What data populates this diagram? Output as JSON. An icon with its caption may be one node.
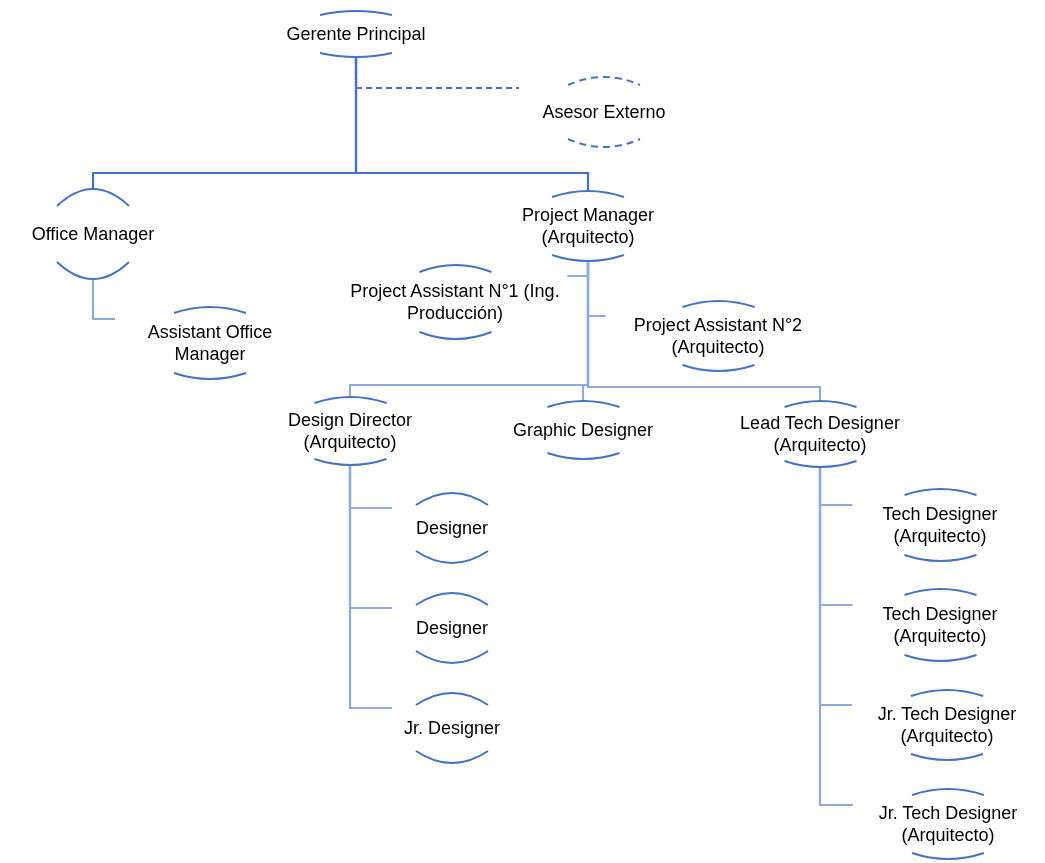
{
  "diagram": {
    "nodes": [
      {
        "text": [
          "Gerente Principal"
        ]
      },
      {
        "text": [
          "Asesor Externo"
        ]
      },
      {
        "text": [
          "Office Manager"
        ]
      },
      {
        "text": [
          "Project Manager (Arquitecto)"
        ]
      },
      {
        "text": [
          "Project Assistant N°1 (Ing. Producción)"
        ]
      },
      {
        "text": [
          "Assistant Office Manager"
        ]
      },
      {
        "text": [
          "Project Assistant N°2 (Arquitecto)"
        ]
      },
      {
        "text": [
          "Design Director (Arquitecto)"
        ]
      },
      {
        "text": [
          "Graphic Designer"
        ]
      },
      {
        "text": [
          "Lead Tech Designer (Arquitecto)"
        ]
      },
      {
        "text": [
          "Designer"
        ]
      },
      {
        "text": [
          "Designer"
        ]
      },
      {
        "text": [
          "Jr. Designer"
        ]
      },
      {
        "text": [
          "Tech Designer (Arquitecto)"
        ]
      },
      {
        "text": [
          "Tech Designer (Arquitecto)"
        ]
      },
      {
        "text": [
          "Jr. Tech Designer (Arquitecto)"
        ]
      },
      {
        "text": [
          "Jr. Tech Designer (Arquitecto)"
        ]
      }
    ],
    "edges": [
      {
        "from": 0,
        "to": 1,
        "arrow": "none",
        "style": "dashed",
        "color": "#4472c4"
      },
      {
        "from": 0,
        "to": 2,
        "arrow": "none",
        "color": "#4472c4"
      },
      {
        "from": 0,
        "to": 3,
        "arrow": "none",
        "color": "#4472c4"
      },
      {
        "from": 2,
        "to": 5,
        "arrow": "none"
      },
      {
        "from": 3,
        "to": 4,
        "arrow": "none"
      },
      {
        "from": 3,
        "to": 6,
        "arrow": "none"
      },
      {
        "from": 3,
        "to": 7,
        "arrow": "none"
      },
      {
        "from": 3,
        "to": 8,
        "arrow": "none"
      },
      {
        "from": 3,
        "to": 9,
        "arrow": "none"
      },
      {
        "from": 7,
        "to": 10,
        "arrow": "none"
      },
      {
        "from": 7,
        "to": 11,
        "arrow": "none"
      },
      {
        "from": 7,
        "to": 12,
        "arrow": "none"
      },
      {
        "from": 9,
        "to": 13,
        "arrow": "none"
      },
      {
        "from": 9,
        "to": 14,
        "arrow": "none"
      },
      {
        "from": 9,
        "to": 15,
        "arrow": "none"
      },
      {
        "from": 9,
        "to": 16,
        "arrow": "none"
      }
    ]
  }
}
